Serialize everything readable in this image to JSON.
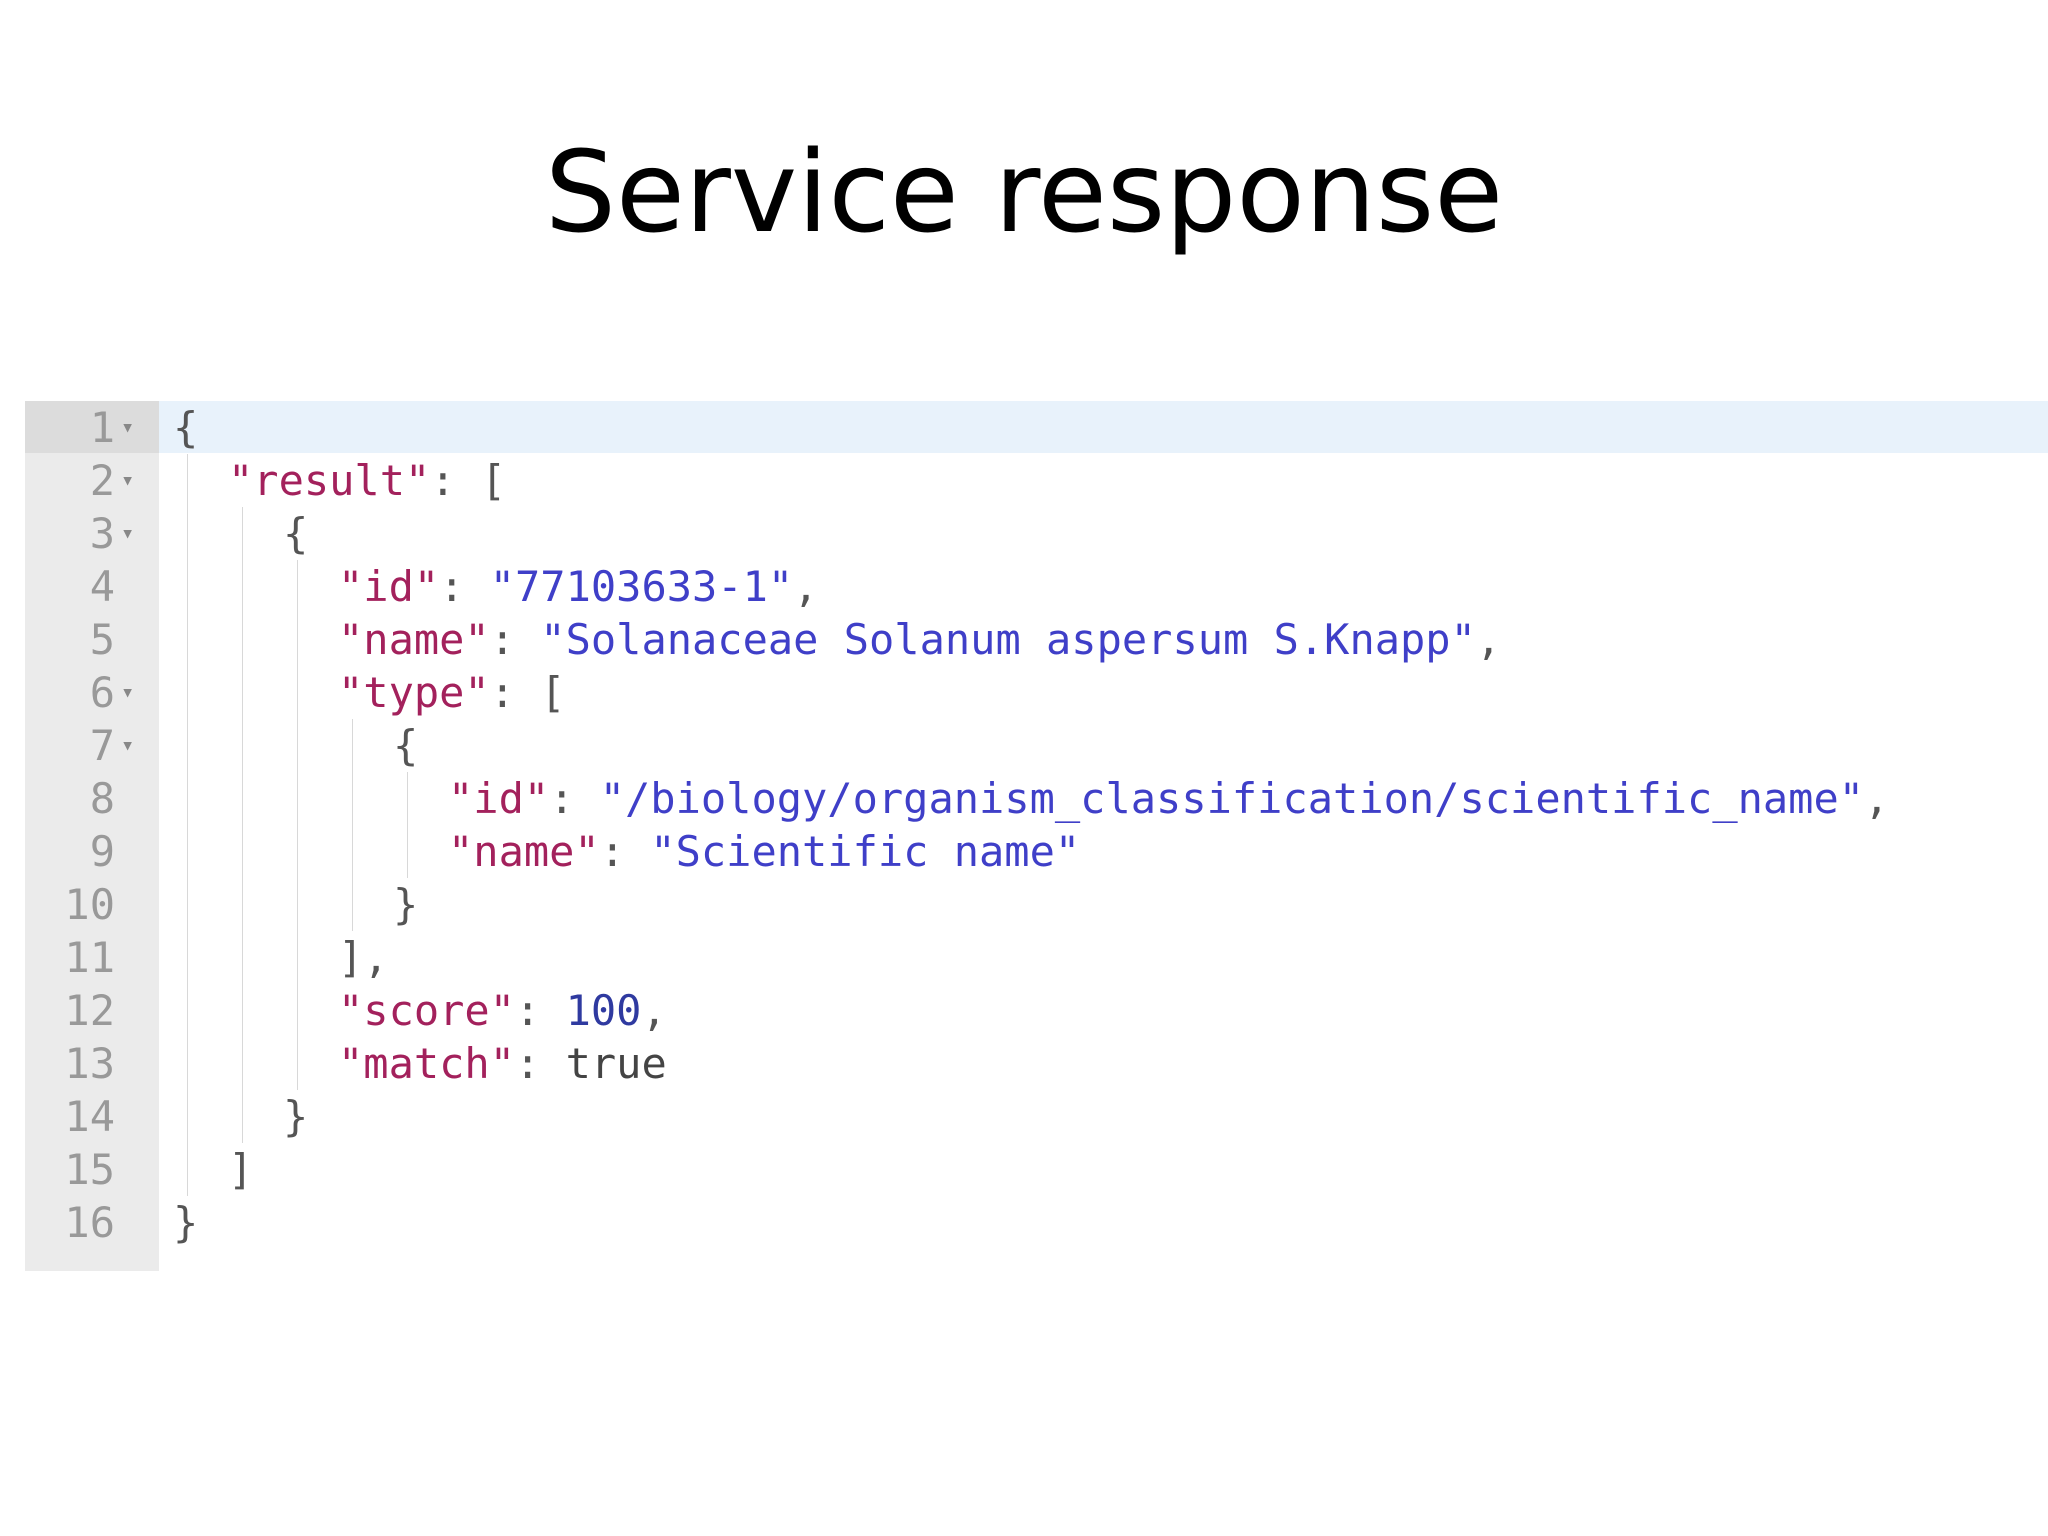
{
  "slide": {
    "title": "Service response"
  },
  "editor": {
    "lines": [
      {
        "num": "1",
        "fold": true,
        "indent": 0,
        "tokens": [
          {
            "t": "p",
            "v": "{"
          }
        ]
      },
      {
        "num": "2",
        "fold": true,
        "indent": 1,
        "tokens": [
          {
            "t": "k",
            "v": "\"result\""
          },
          {
            "t": "p",
            "v": ": ["
          }
        ]
      },
      {
        "num": "3",
        "fold": true,
        "indent": 2,
        "tokens": [
          {
            "t": "p",
            "v": "{"
          }
        ]
      },
      {
        "num": "4",
        "fold": false,
        "indent": 3,
        "tokens": [
          {
            "t": "k",
            "v": "\"id\""
          },
          {
            "t": "p",
            "v": ": "
          },
          {
            "t": "s",
            "v": "\"77103633-1\""
          },
          {
            "t": "p",
            "v": ","
          }
        ]
      },
      {
        "num": "5",
        "fold": false,
        "indent": 3,
        "tokens": [
          {
            "t": "k",
            "v": "\"name\""
          },
          {
            "t": "p",
            "v": ": "
          },
          {
            "t": "s",
            "v": "\"Solanaceae Solanum aspersum S.Knapp\""
          },
          {
            "t": "p",
            "v": ","
          }
        ]
      },
      {
        "num": "6",
        "fold": true,
        "indent": 3,
        "tokens": [
          {
            "t": "k",
            "v": "\"type\""
          },
          {
            "t": "p",
            "v": ": ["
          }
        ]
      },
      {
        "num": "7",
        "fold": true,
        "indent": 4,
        "tokens": [
          {
            "t": "p",
            "v": "{"
          }
        ]
      },
      {
        "num": "8",
        "fold": false,
        "indent": 5,
        "tokens": [
          {
            "t": "k",
            "v": "\"id\""
          },
          {
            "t": "p",
            "v": ": "
          },
          {
            "t": "s",
            "v": "\"/biology/organism_classification/scientific_name\""
          },
          {
            "t": "p",
            "v": ","
          }
        ]
      },
      {
        "num": "9",
        "fold": false,
        "indent": 5,
        "tokens": [
          {
            "t": "k",
            "v": "\"name\""
          },
          {
            "t": "p",
            "v": ": "
          },
          {
            "t": "s",
            "v": "\"Scientific name\""
          }
        ]
      },
      {
        "num": "10",
        "fold": false,
        "indent": 4,
        "tokens": [
          {
            "t": "p",
            "v": "}"
          }
        ]
      },
      {
        "num": "11",
        "fold": false,
        "indent": 3,
        "tokens": [
          {
            "t": "p",
            "v": "],"
          }
        ]
      },
      {
        "num": "12",
        "fold": false,
        "indent": 3,
        "tokens": [
          {
            "t": "k",
            "v": "\"score\""
          },
          {
            "t": "p",
            "v": ": "
          },
          {
            "t": "n",
            "v": "100"
          },
          {
            "t": "p",
            "v": ","
          }
        ]
      },
      {
        "num": "13",
        "fold": false,
        "indent": 3,
        "tokens": [
          {
            "t": "k",
            "v": "\"match\""
          },
          {
            "t": "p",
            "v": ": "
          },
          {
            "t": "b",
            "v": "true"
          }
        ]
      },
      {
        "num": "14",
        "fold": false,
        "indent": 2,
        "tokens": [
          {
            "t": "p",
            "v": "}"
          }
        ]
      },
      {
        "num": "15",
        "fold": false,
        "indent": 1,
        "tokens": [
          {
            "t": "p",
            "v": "]"
          }
        ]
      },
      {
        "num": "16",
        "fold": false,
        "indent": 0,
        "tokens": [
          {
            "t": "p",
            "v": "}"
          }
        ]
      }
    ]
  }
}
